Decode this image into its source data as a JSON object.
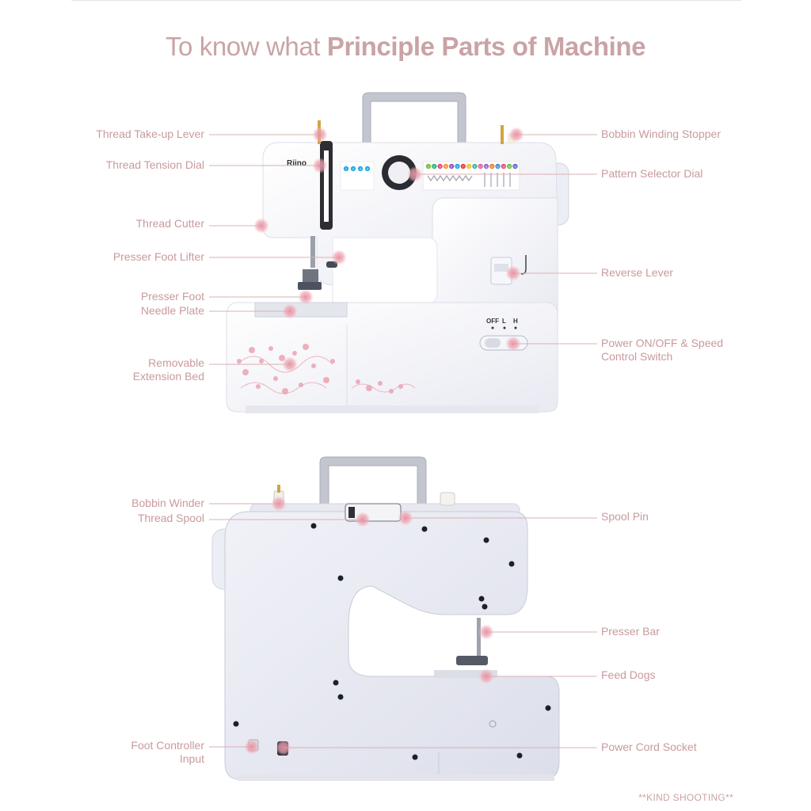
{
  "title": {
    "prefix": "To know what ",
    "emphasis": "Principle Parts of Machine"
  },
  "brand": "Riino",
  "power_switch_marks": {
    "off": "OFF",
    "low": "L",
    "high": "H"
  },
  "pattern_numbers": [
    "1",
    "2",
    "3",
    "4",
    "5",
    "6",
    "7",
    "8",
    "9",
    "10",
    "11",
    "12",
    "13",
    "14",
    "15",
    "16"
  ],
  "left_panel_numbers": [
    "1",
    "2",
    "3",
    "4"
  ],
  "front_view": {
    "left_labels": [
      {
        "lines": [
          "Thread Take-up Lever"
        ]
      },
      {
        "lines": [
          "Thread Tension Dial"
        ]
      },
      {
        "lines": [
          "Thread Cutter"
        ]
      },
      {
        "lines": [
          "Presser Foot Lifter"
        ]
      },
      {
        "lines": [
          "Presser Foot"
        ]
      },
      {
        "lines": [
          "Needle Plate"
        ]
      },
      {
        "lines": [
          "Removable",
          "Extension Bed"
        ]
      }
    ],
    "right_labels": [
      {
        "lines": [
          "Bobbin Winding Stopper"
        ]
      },
      {
        "lines": [
          "Pattern Selector Dial"
        ]
      },
      {
        "lines": [
          "Reverse Lever"
        ]
      },
      {
        "lines": [
          "Power ON/OFF & Speed",
          "Control Switch"
        ]
      }
    ]
  },
  "back_view": {
    "left_labels": [
      {
        "lines": [
          "Bobbin Winder"
        ]
      },
      {
        "lines": [
          "Thread Spool"
        ]
      },
      {
        "lines": [
          "Foot Controller",
          "Input"
        ]
      }
    ],
    "right_labels": [
      {
        "lines": [
          "Spool Pin"
        ]
      },
      {
        "lines": [
          "Presser Bar"
        ]
      },
      {
        "lines": [
          "Feed Dogs"
        ]
      },
      {
        "lines": [
          "Power Cord Socket"
        ]
      }
    ]
  },
  "footer": "**KIND SHOOTING**",
  "colors": {
    "label": "#c99a9d",
    "title": "#c9a3a5",
    "marker": "#e8a3b0",
    "handle": "#b9bcc6",
    "body": "#f4f5fa",
    "body_shade": "#e3e5ee"
  }
}
